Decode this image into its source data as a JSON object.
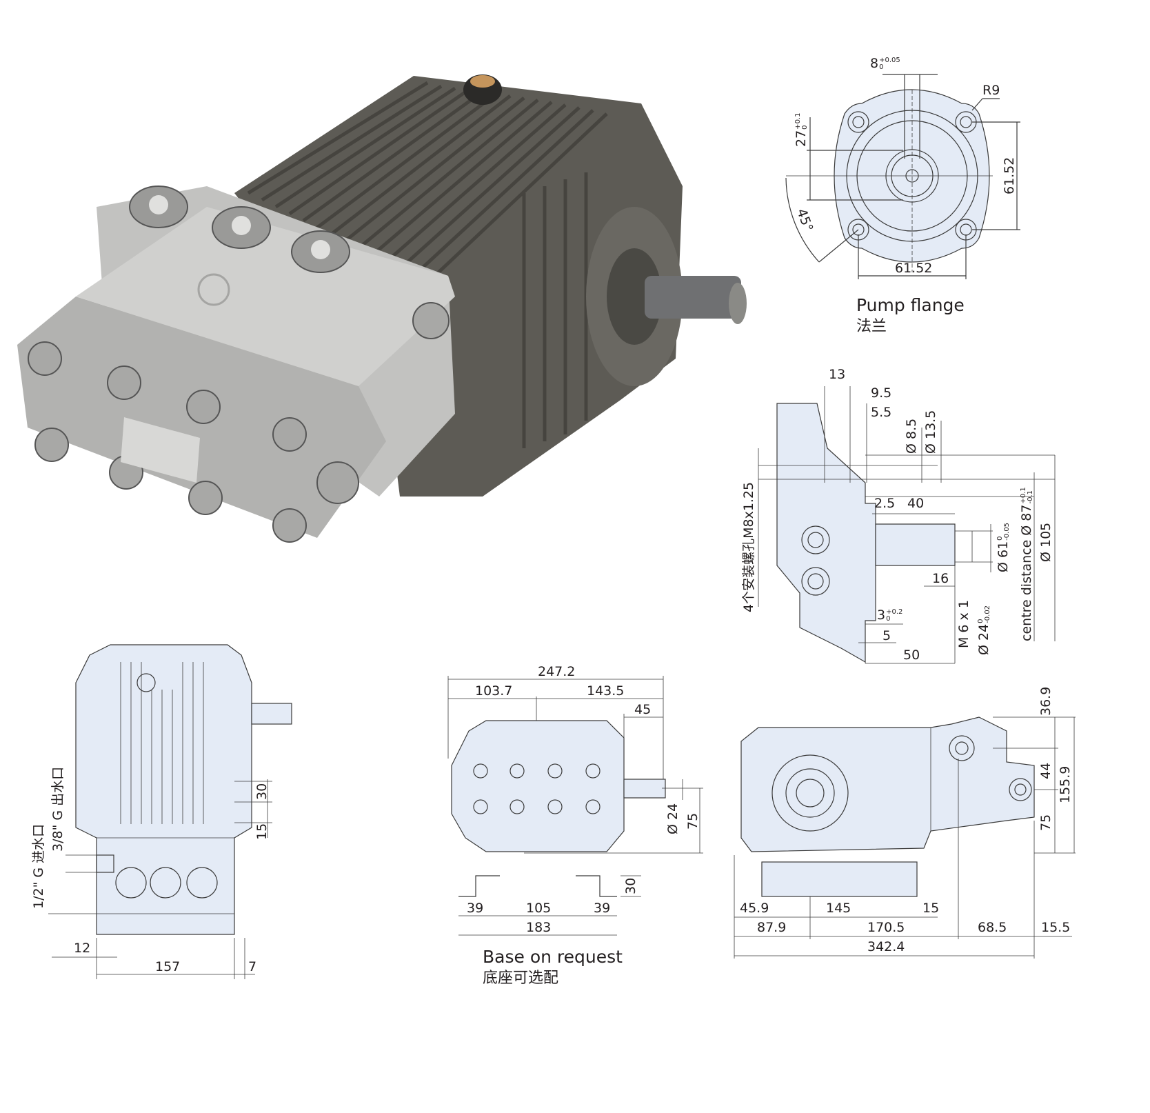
{
  "colors": {
    "drawing_fill": "#e4ebf6",
    "line": "#3a3a3a",
    "pump_body": "#5d5b55",
    "pump_head": "#b9b9b7"
  },
  "flange": {
    "keyway": "8",
    "keyway_tol_upper": "+0.05",
    "keyway_tol_lower": "0",
    "radius": "R9",
    "height": "27",
    "height_tol_upper": "+0.1",
    "height_tol_lower": "0",
    "vertical": "61.52",
    "angle": "45°",
    "horizontal": "61.52",
    "title": "Pump flange",
    "title_cn": "法兰"
  },
  "side": {
    "d13": "13",
    "d9_5": "9.5",
    "d5_5": "5.5",
    "dia8_5": "Ø 8.5",
    "dia13_5": "Ø 13.5",
    "holes": "4个安装螺孔M8x1.25",
    "d2_5": "2.5",
    "d40": "40",
    "dia61": "Ø 61",
    "dia61_tol_upper": "0",
    "dia61_tol_lower": "-0.05",
    "centre": "centre distance Ø 87",
    "centre_tol_upper": "+0.1",
    "centre_tol_lower": "-0.1",
    "dia105": "Ø 105",
    "d16": "16",
    "d3": "3",
    "d3_tol_upper": "+0.2",
    "d3_tol_lower": "0",
    "thread": "M 6 x 1",
    "dia24": "Ø 24",
    "dia24_tol_upper": "0",
    "dia24_tol_lower": "-0.02",
    "d5": "5",
    "d50": "50"
  },
  "front": {
    "d30": "30",
    "d15": "15",
    "outlet": "3/8\" G 出水口",
    "inlet": "1/2\" G 进水口",
    "d12": "12",
    "d157": "157",
    "d7": "7"
  },
  "top": {
    "d247_2": "247.2",
    "d103_7": "103.7",
    "d143_5": "143.5",
    "d45": "45",
    "dia24": "Ø 24",
    "d75": "75",
    "d30": "30",
    "d39a": "39",
    "d105": "105",
    "d39b": "39",
    "d183": "183",
    "note": "Base on request",
    "note_cn": "底座可选配"
  },
  "rear": {
    "d36_9": "36.9",
    "d44": "44",
    "d155_9": "155.9",
    "d75": "75",
    "d45_9": "45.9",
    "d145": "145",
    "d15": "15",
    "d87_9": "87.9",
    "d170_5": "170.5",
    "d68_5": "68.5",
    "d15_5": "15.5",
    "d342_4": "342.4"
  }
}
